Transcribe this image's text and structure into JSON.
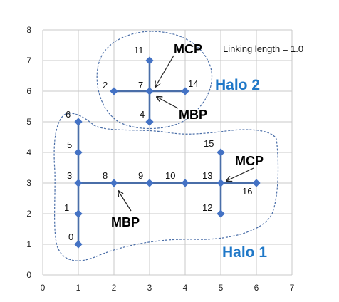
{
  "note": "Linking length = 1.0",
  "colors": {
    "node": "#4472c4",
    "edge": "#4a6ea8",
    "grid": "#c8c8c8",
    "halo_outline": "#4a6ea8",
    "halo_label": "#1f78c8",
    "arrow": "#222222"
  },
  "chart_data": {
    "type": "scatter",
    "xlim": [
      0,
      7
    ],
    "ylim": [
      0,
      8
    ],
    "x_ticks": [
      "0",
      "1",
      "2",
      "3",
      "4",
      "5",
      "6",
      "7"
    ],
    "y_ticks": [
      "0",
      "1",
      "2",
      "3",
      "4",
      "5",
      "6",
      "7",
      "8"
    ],
    "grid": true,
    "nodes": [
      {
        "id": "0",
        "x": 1,
        "y": 1
      },
      {
        "id": "1",
        "x": 1,
        "y": 2
      },
      {
        "id": "3",
        "x": 1,
        "y": 3
      },
      {
        "id": "5",
        "x": 1,
        "y": 4
      },
      {
        "id": "6",
        "x": 1,
        "y": 5
      },
      {
        "id": "8",
        "x": 2,
        "y": 3
      },
      {
        "id": "9",
        "x": 3,
        "y": 3
      },
      {
        "id": "10",
        "x": 4,
        "y": 3
      },
      {
        "id": "13",
        "x": 5,
        "y": 3
      },
      {
        "id": "15",
        "x": 5,
        "y": 4
      },
      {
        "id": "12",
        "x": 5,
        "y": 2
      },
      {
        "id": "16",
        "x": 6,
        "y": 3
      },
      {
        "id": "2",
        "x": 2,
        "y": 6
      },
      {
        "id": "7",
        "x": 3,
        "y": 6
      },
      {
        "id": "14",
        "x": 4,
        "y": 6
      },
      {
        "id": "11",
        "x": 3,
        "y": 7
      },
      {
        "id": "4",
        "x": 3,
        "y": 5
      }
    ],
    "edges": [
      [
        "0",
        "1"
      ],
      [
        "1",
        "3"
      ],
      [
        "3",
        "5"
      ],
      [
        "5",
        "6"
      ],
      [
        "3",
        "8"
      ],
      [
        "8",
        "9"
      ],
      [
        "9",
        "10"
      ],
      [
        "10",
        "13"
      ],
      [
        "13",
        "16"
      ],
      [
        "13",
        "15"
      ],
      [
        "13",
        "12"
      ],
      [
        "2",
        "7"
      ],
      [
        "7",
        "14"
      ],
      [
        "11",
        "7"
      ],
      [
        "7",
        "4"
      ]
    ],
    "annotations": [
      {
        "text": "MCP",
        "target": "7"
      },
      {
        "text": "MBP",
        "target": "7"
      },
      {
        "text": "MCP",
        "target": "13"
      },
      {
        "text": "MBP",
        "target": "8"
      }
    ],
    "halos": [
      {
        "name": "Halo 2"
      },
      {
        "name": "Halo 1"
      }
    ]
  }
}
